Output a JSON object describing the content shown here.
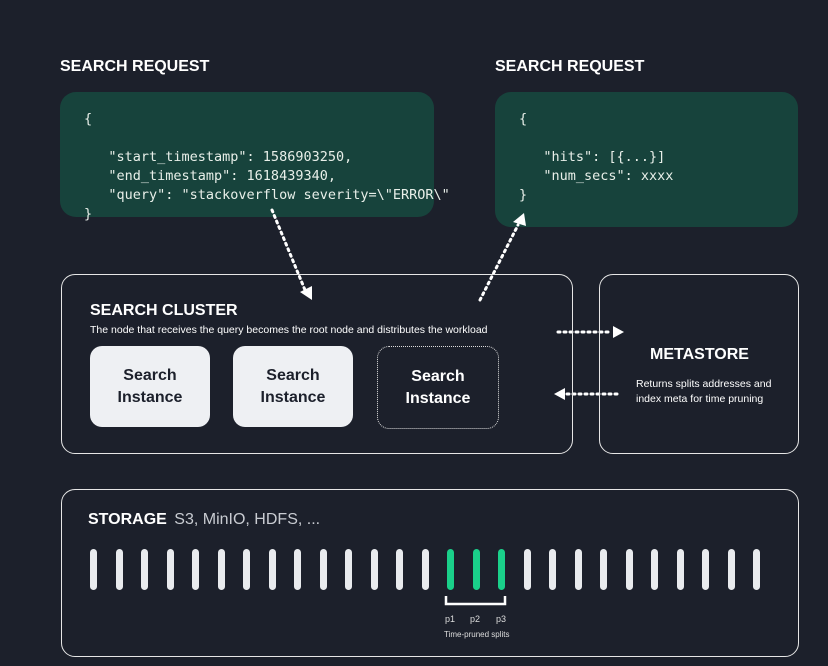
{
  "request": {
    "heading": "SEARCH REQUEST",
    "code": "{\n\n   \"start_timestamp\": 1586903250,\n   \"end_timestamp\": 1618439340,\n   \"query\": \"stackoverflow severity=\\\"ERROR\\\"\n}"
  },
  "response": {
    "heading": "SEARCH REQUEST",
    "code": "{\n\n   \"hits\": [{...}]\n   \"num_secs\": xxxx\n}"
  },
  "cluster": {
    "title": "SEARCH CLUSTER",
    "description": "The  node that receives the query becomes the root node and distributes the workload",
    "instances": [
      "Search\nInstance",
      "Search\nInstance",
      "Search\nInstance"
    ]
  },
  "metastore": {
    "title": "METASTORE",
    "description": "Returns splits addresses and index meta for time pruning"
  },
  "storage": {
    "title": "STORAGE",
    "subtitle": "S3, MinIO, HDFS, ...",
    "split_count": 27,
    "pruned_indices": [
      14,
      15,
      16
    ],
    "pruned_labels": [
      "p1",
      "p2",
      "p3"
    ],
    "pruned_caption": "Time-pruned splits"
  },
  "colors": {
    "background": "#1c202b",
    "code_box": "#17433c",
    "pruned_split": "#1ad08a",
    "split": "#e9ebee"
  }
}
